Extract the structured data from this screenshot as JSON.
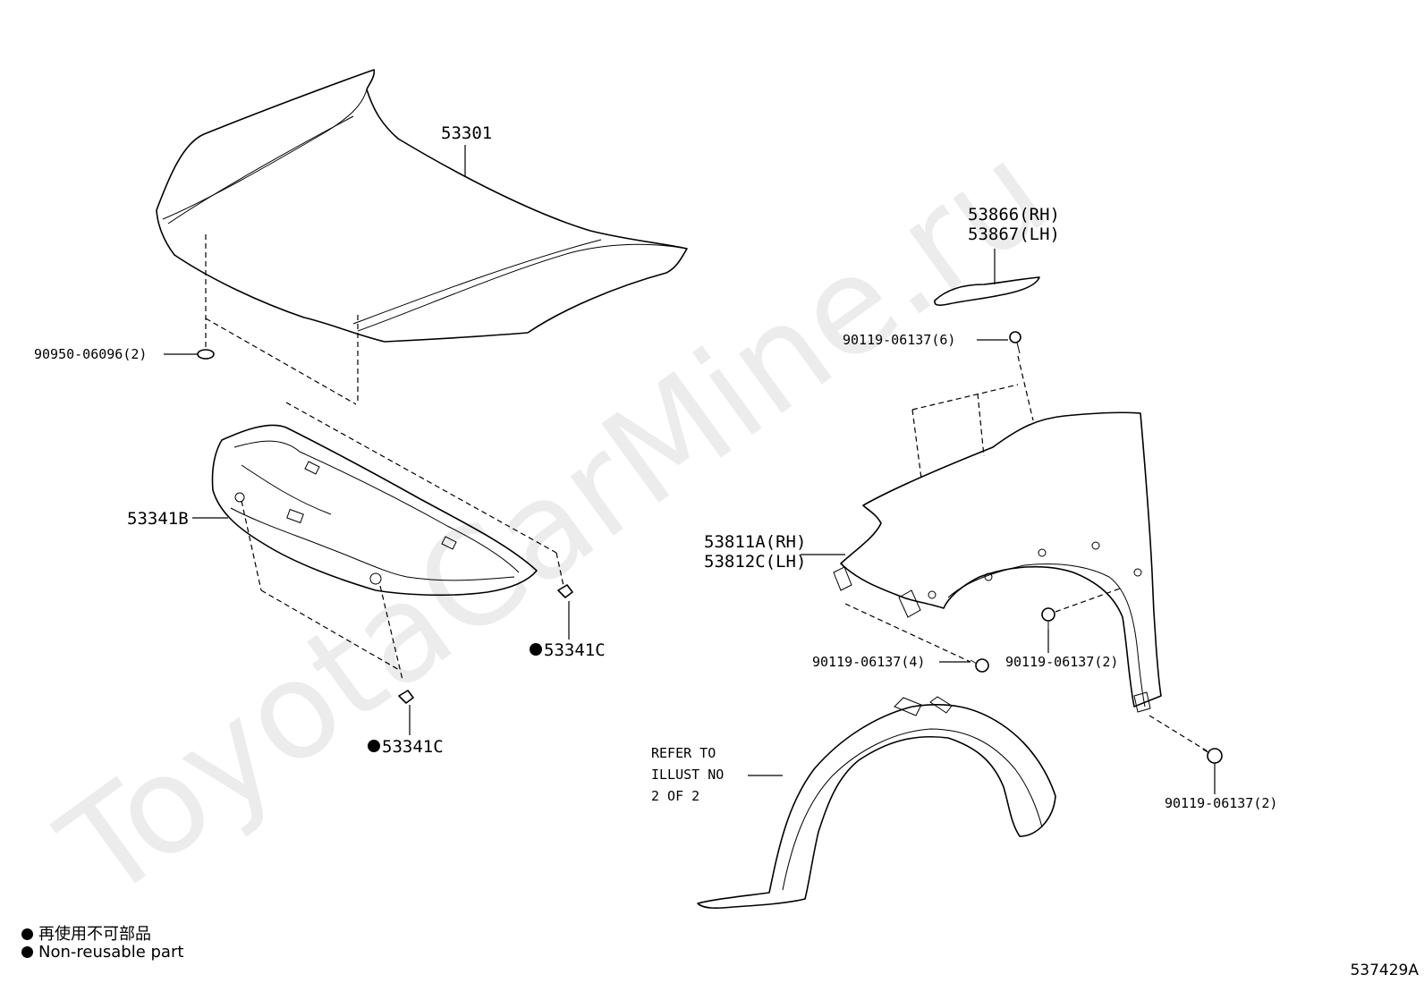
{
  "watermark": "ToyotaCarMine.ru",
  "parts": {
    "hood": "53301",
    "hood_cushion": "90950-06096(2)",
    "hood_insulator": "53341B",
    "insulator_clip_right": "53341C",
    "insulator_clip_left": "53341C",
    "fender_seal_rh": "53866(RH)",
    "fender_seal_lh": "53867(LH)",
    "fender_top_bolt": "90119-06137(6)",
    "fender_rh": "53811A(RH)",
    "fender_lh": "53812C(LH)",
    "fender_front_bolt": "90119-06137(4)",
    "fender_arch_bolt": "90119-06137(2)",
    "fender_lower_bolt": "90119-06137(2)"
  },
  "liner_note": {
    "line1": "REFER TO",
    "line2": "ILLUST NO",
    "line3": "2 OF 2"
  },
  "legend": {
    "japanese": "再使用不可部品",
    "english": "Non-reusable part"
  },
  "figure_code": "537429A"
}
